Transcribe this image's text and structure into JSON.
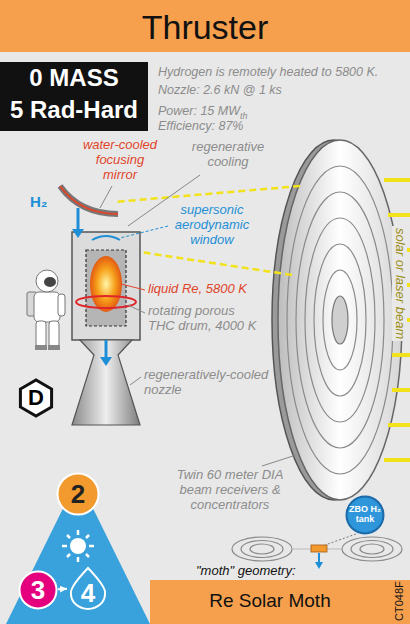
{
  "diagram": {
    "title": "Thruster",
    "nodes": [
      {
        "text": [
          "0 MASS",
          "5 Rad-Hard"
        ]
      },
      {
        "text": [
          "D"
        ]
      },
      {
        "text": [
          "2"
        ]
      },
      {
        "text": [
          "3"
        ]
      },
      {
        "text": [
          "4"
        ]
      },
      {
        "text": [
          "ZBO H₂ tank"
        ]
      }
    ],
    "edges": [
      {
        "from": 3,
        "to": 4,
        "arrow": "to"
      }
    ],
    "labels": [
      "Hydrogen is remotely heated to 5800 K.",
      "Nozzle: 2.6 kN @ 1 ks",
      "Power: 15 MW",
      "th",
      "Efficiency: 87%",
      "water-cooled focusing mirror",
      "regenerative cooling",
      "H₂",
      "supersonic aerodynamic window",
      "liquid Re, 5800 K",
      "rotating porous THC drum, 4000 K",
      "regeneratively-cooled nozzle",
      "solar or laser beam",
      "Twin 60 meter DIA beam receivers & concentrators",
      "\"moth\" geometry:",
      "Re Solar Moth",
      "CT048F"
    ]
  }
}
